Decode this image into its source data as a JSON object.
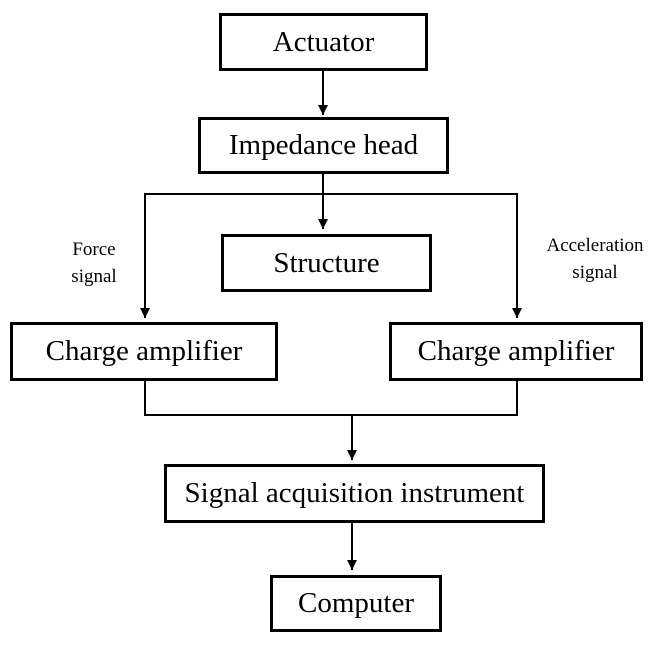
{
  "nodes": {
    "actuator": "Actuator",
    "impedance_head": "Impedance head",
    "structure": "Structure",
    "charge_amplifier_left": "Charge amplifier",
    "charge_amplifier_right": "Charge amplifier",
    "signal_acquisition": "Signal acquisition instrument",
    "computer": "Computer"
  },
  "edge_labels": {
    "force_line1": "Force",
    "force_line2": "signal",
    "acceleration_line1": "Acceleration",
    "acceleration_line2": "signal"
  },
  "colors": {
    "stroke": "#000000",
    "background": "#ffffff"
  }
}
